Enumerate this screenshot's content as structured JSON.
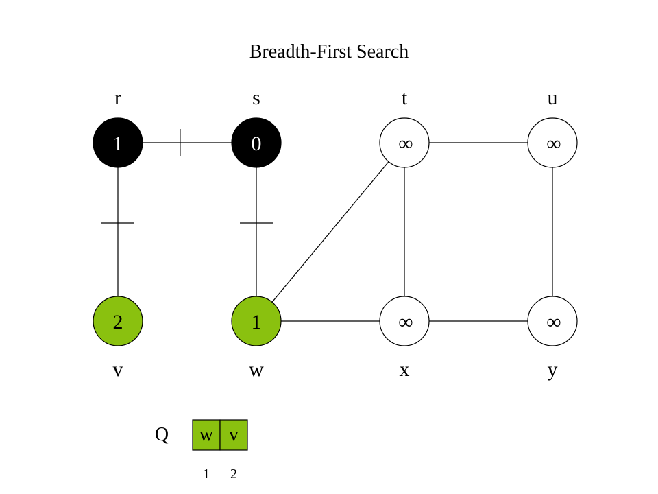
{
  "title": "Breadth-First Search",
  "vertices": [
    {
      "id": "r",
      "name": "r",
      "distance": "1",
      "state": "black"
    },
    {
      "id": "s",
      "name": "s",
      "distance": "0",
      "state": "black"
    },
    {
      "id": "t",
      "name": "t",
      "distance": "∞",
      "state": "white"
    },
    {
      "id": "u",
      "name": "u",
      "distance": "∞",
      "state": "white"
    },
    {
      "id": "v",
      "name": "v",
      "distance": "2",
      "state": "gray"
    },
    {
      "id": "w",
      "name": "w",
      "distance": "1",
      "state": "gray"
    },
    {
      "id": "x",
      "name": "x",
      "distance": "∞",
      "state": "white"
    },
    {
      "id": "y",
      "name": "y",
      "distance": "∞",
      "state": "white"
    }
  ],
  "edges": [
    {
      "from": "r",
      "to": "s",
      "tree_edge": true
    },
    {
      "from": "r",
      "to": "v",
      "tree_edge": true
    },
    {
      "from": "s",
      "to": "w",
      "tree_edge": true
    },
    {
      "from": "w",
      "to": "t",
      "tree_edge": false
    },
    {
      "from": "w",
      "to": "x",
      "tree_edge": false
    },
    {
      "from": "t",
      "to": "u",
      "tree_edge": false
    },
    {
      "from": "t",
      "to": "x",
      "tree_edge": false
    },
    {
      "from": "u",
      "to": "y",
      "tree_edge": false
    },
    {
      "from": "x",
      "to": "y",
      "tree_edge": false
    }
  ],
  "queue": {
    "label": "Q",
    "items": [
      "w",
      "v"
    ],
    "distances": [
      "1",
      "2"
    ]
  },
  "colors": {
    "black": "#000000",
    "gray": "#8ac10f",
    "white": "#ffffff",
    "stroke": "#000000"
  }
}
